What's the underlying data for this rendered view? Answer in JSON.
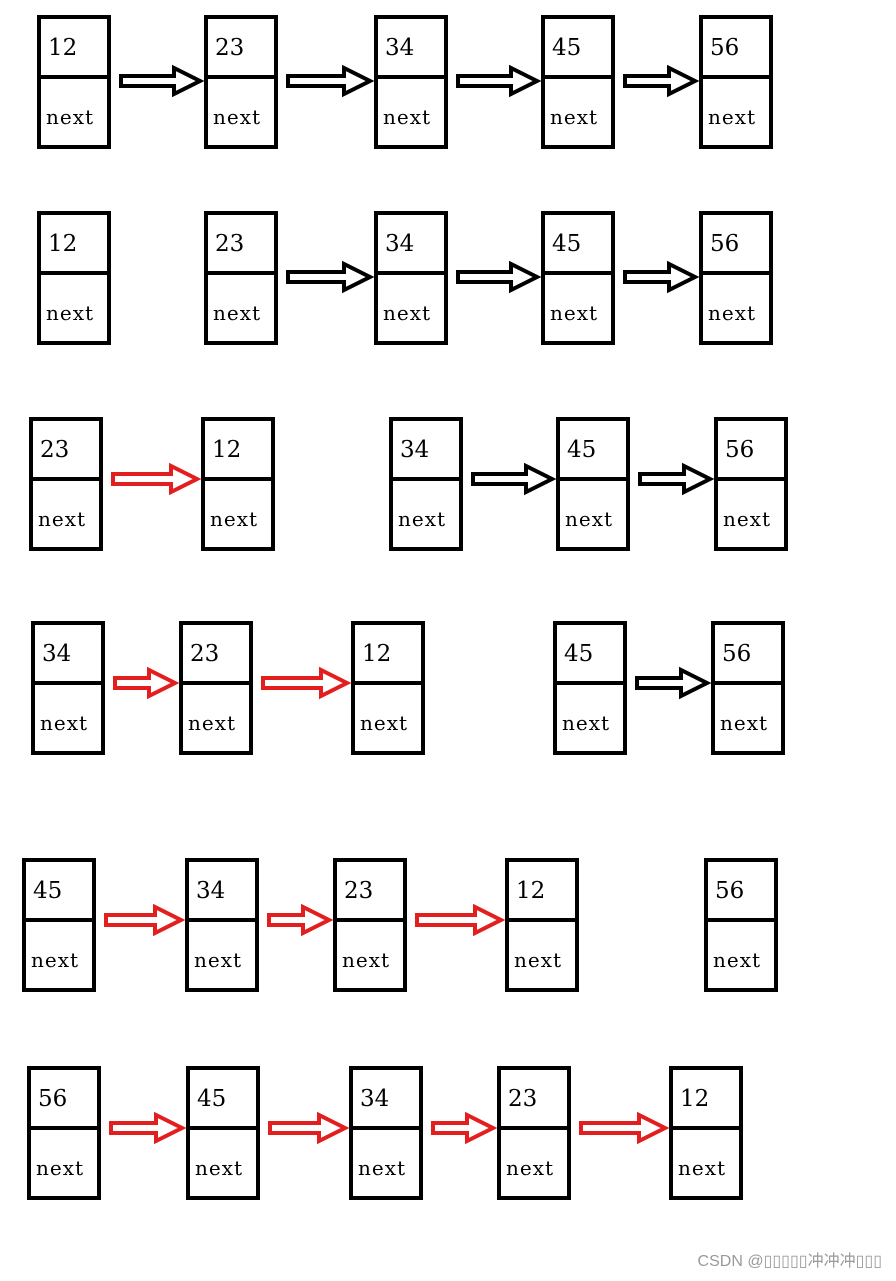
{
  "next_label": "next",
  "arrow_colors": {
    "black": "#000000",
    "red": "#e31e1e"
  },
  "rows": [
    {
      "label": "initial-list",
      "nodes": [
        "12",
        "23",
        "34",
        "45",
        "56"
      ],
      "arrows": [
        [
          "black",
          "0-1"
        ],
        [
          "black",
          "1-2"
        ],
        [
          "black",
          "2-3"
        ],
        [
          "black",
          "3-4"
        ]
      ]
    },
    {
      "label": "detach-head",
      "nodes": [
        "12",
        "23",
        "34",
        "45",
        "56"
      ],
      "arrows": [
        [
          "black",
          "1-2"
        ],
        [
          "black",
          "2-3"
        ],
        [
          "black",
          "3-4"
        ]
      ]
    },
    {
      "label": "step-1",
      "nodes": [
        "23",
        "12",
        "34",
        "45",
        "56"
      ],
      "arrows": [
        [
          "red",
          "0-1"
        ],
        [
          "black",
          "2-3"
        ],
        [
          "black",
          "3-4"
        ]
      ]
    },
    {
      "label": "step-2",
      "nodes": [
        "34",
        "23",
        "12",
        "45",
        "56"
      ],
      "arrows": [
        [
          "red",
          "0-1"
        ],
        [
          "red",
          "1-2"
        ],
        [
          "black",
          "3-4"
        ]
      ]
    },
    {
      "label": "step-3",
      "nodes": [
        "45",
        "34",
        "23",
        "12",
        "56"
      ],
      "arrows": [
        [
          "red",
          "0-1"
        ],
        [
          "red",
          "1-2"
        ],
        [
          "red",
          "2-3"
        ]
      ]
    },
    {
      "label": "reversed-list",
      "nodes": [
        "56",
        "45",
        "34",
        "23",
        "12"
      ],
      "arrows": [
        [
          "red",
          "0-1"
        ],
        [
          "red",
          "1-2"
        ],
        [
          "red",
          "2-3"
        ],
        [
          "red",
          "3-4"
        ]
      ]
    }
  ],
  "watermark": "CSDN @▯▯▯▯▯冲冲冲▯▯▯"
}
